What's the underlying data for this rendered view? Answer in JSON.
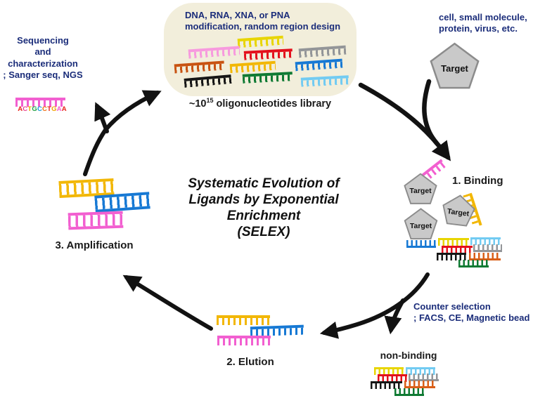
{
  "title": {
    "line1": "Systematic Evolution of",
    "line2": "Ligands by Exponential",
    "line3": "Enrichment",
    "line4": "(SELEX)"
  },
  "library": {
    "line1": "DNA, RNA, XNA, or PNA",
    "line2": "modification, random region design",
    "caption_prefix": "~10",
    "caption_sup": "15",
    "caption_suffix": " oligonucleotides library"
  },
  "target_source": {
    "line1": "cell, small molecule,",
    "line2": "protein, virus, etc."
  },
  "target_label": "Target",
  "steps": {
    "binding": "1. Binding",
    "elution": "2. Elution",
    "amplification": "3. Amplification"
  },
  "counter_selection": {
    "line1": "Counter selection",
    "line2": "; FACS, CE, Magnetic bead"
  },
  "non_binding_label": "non-binding",
  "sequencing": {
    "line1": "Sequencing",
    "line2": "and",
    "line3": "characterization",
    "line4": "; Sanger seq, NGS",
    "sequence": [
      {
        "ch": "A",
        "style": "color:#e8231a"
      },
      {
        "ch": "C",
        "style": "color:#e84393"
      },
      {
        "ch": "T",
        "style": "color:#f0a500"
      },
      {
        "ch": "G",
        "style": "color:#1e9e40"
      },
      {
        "ch": "C",
        "style": "color:#199ad6"
      },
      {
        "ch": "C",
        "style": "color:#f07010"
      },
      {
        "ch": "T",
        "style": "color:#e8231a"
      },
      {
        "ch": "G",
        "style": "color:#f0a500"
      },
      {
        "ch": "A",
        "style": "color:#f25fd0"
      },
      {
        "ch": "A",
        "style": "color:#e8231a"
      }
    ]
  },
  "palette": {
    "navy_text": "#1b2d7a",
    "black_text": "#1a1a1a",
    "library_box_bg": "#f2eedb",
    "pentagon_fill": "#c9c9c9",
    "pentagon_stroke": "#8c8c8c",
    "arrow": "#121212",
    "oligo_yellow": "#e8d500",
    "oligo_gold": "#f2b705",
    "oligo_pink": "#f25fd0",
    "oligo_pink_light": "#f79ade",
    "oligo_red": "#e3101c",
    "oligo_gray": "#939598",
    "oligo_brown": "#c85312",
    "oligo_orange": "#d95f18",
    "oligo_blue": "#1779d4",
    "oligo_black": "#161616",
    "oligo_green": "#0f7a33",
    "oligo_sky": "#72cbf2"
  }
}
